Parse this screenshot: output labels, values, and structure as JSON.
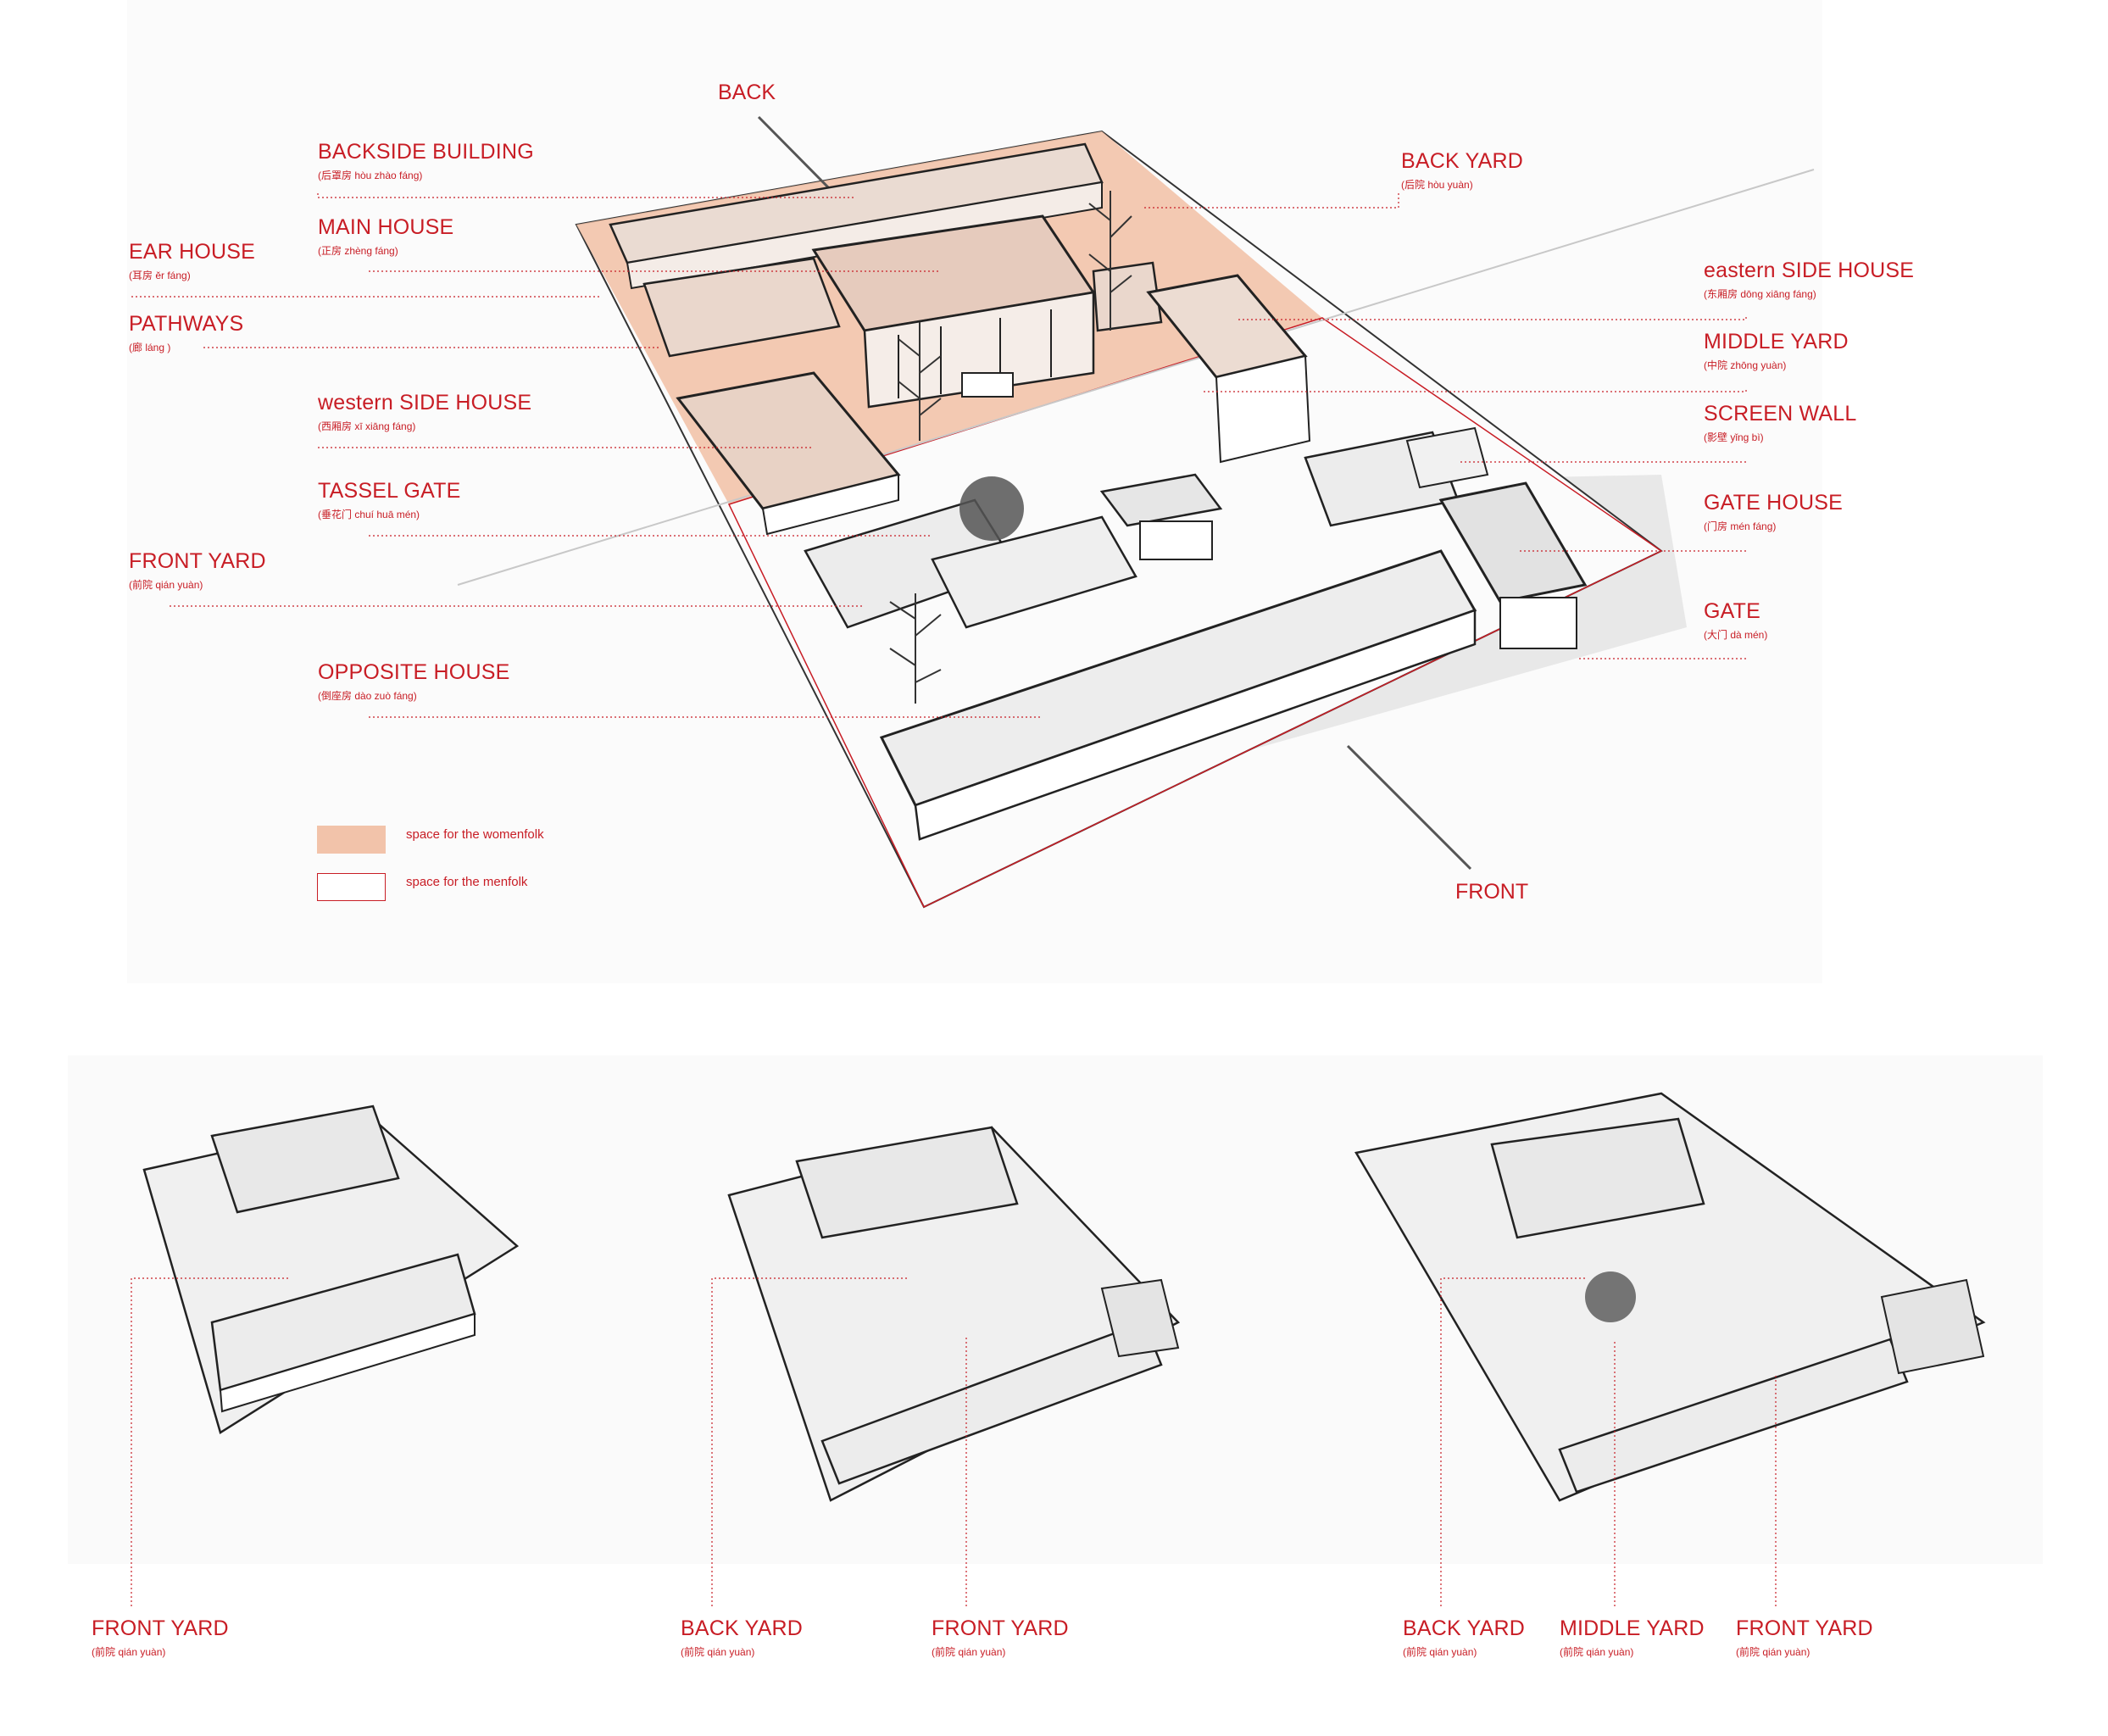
{
  "directions": {
    "back": "BACK",
    "front": "FRONT"
  },
  "main_labels": {
    "backside_building": {
      "en": "BACKSIDE BUILDING",
      "cn": "(后罩房 hòu zhào fáng)"
    },
    "main_house": {
      "en": "MAIN HOUSE",
      "cn": "(正房 zhèng fáng)"
    },
    "ear_house": {
      "en": "EAR HOUSE",
      "cn": "(耳房 ěr fáng)"
    },
    "pathways": {
      "en": "PATHWAYS",
      "cn": "(廊 láng )"
    },
    "western_side_house": {
      "en": "western SIDE HOUSE",
      "cn": "(西厢房 xī xiāng fáng)"
    },
    "tassel_gate": {
      "en": "TASSEL GATE",
      "cn": "(垂花门 chuí huā mén)"
    },
    "front_yard": {
      "en": "FRONT YARD",
      "cn": "(前院 qián yuàn)"
    },
    "opposite_house": {
      "en": "OPPOSITE HOUSE",
      "cn": "(倒座房 dào zuò fáng)"
    },
    "back_yard": {
      "en": "BACK YARD",
      "cn": "(后院 hòu yuàn)"
    },
    "eastern_side_house": {
      "en": "eastern SIDE HOUSE",
      "cn": "(东厢房 dōng xiāng fáng)"
    },
    "middle_yard": {
      "en": "MIDDLE YARD",
      "cn": "(中院 zhōng yuàn)"
    },
    "screen_wall": {
      "en": "SCREEN WALL",
      "cn": "(影壁 yǐng bì)"
    },
    "gate_house": {
      "en": "GATE HOUSE",
      "cn": "(门房 mén fáng)"
    },
    "gate": {
      "en": "GATE",
      "cn": "(大门 dà mén)"
    }
  },
  "legend": {
    "women": {
      "label": "space for the womenfolk",
      "color": "#f2c3aa"
    },
    "men": {
      "label": "space for the menfolk",
      "color": "#ffffff"
    }
  },
  "bottom_labels": {
    "a_front_yard": {
      "en": "FRONT YARD",
      "cn": "(前院 qián yuàn)"
    },
    "b_back_yard": {
      "en": "BACK YARD",
      "cn": "(前院 qián yuàn)"
    },
    "b_front_yard": {
      "en": "FRONT YARD",
      "cn": "(前院 qián yuàn)"
    },
    "c_back_yard": {
      "en": "BACK YARD",
      "cn": "(前院 qián yuàn)"
    },
    "c_middle_yard": {
      "en": "MIDDLE YARD",
      "cn": "(前院 qián yuàn)"
    },
    "c_front_yard": {
      "en": "FRONT YARD",
      "cn": "(前院 qián yuàn)"
    }
  },
  "colors": {
    "accent": "#c81d25",
    "women_zone": "#f2c3aa",
    "ink": "#222222"
  }
}
